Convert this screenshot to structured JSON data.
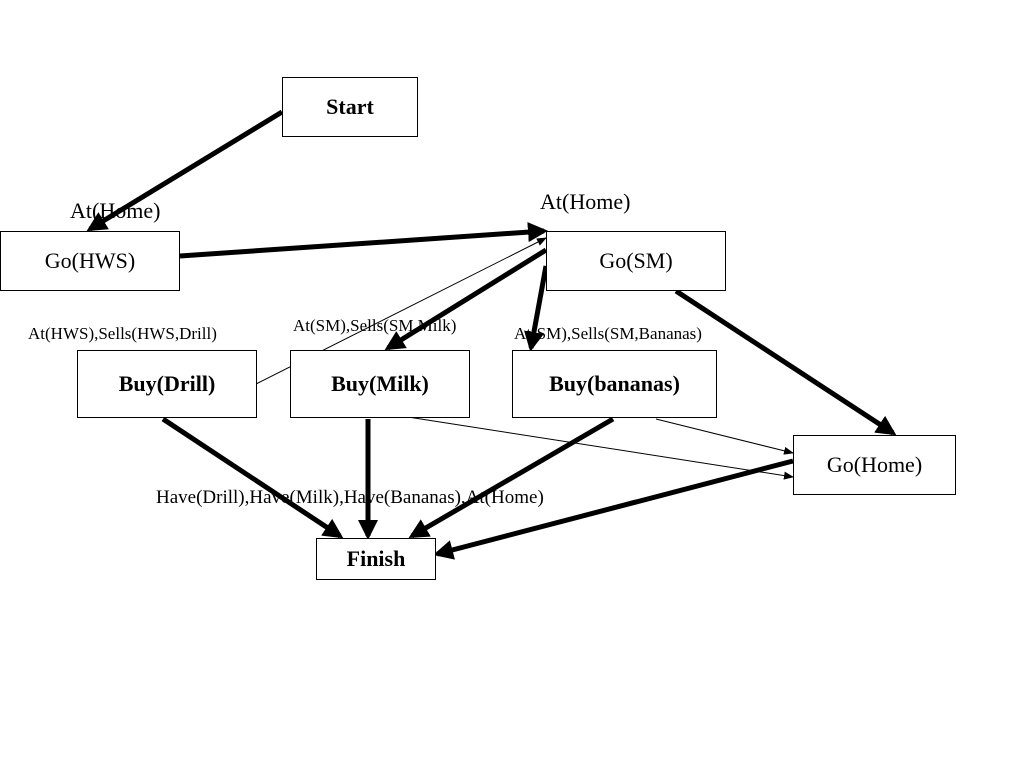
{
  "nodes": {
    "start": "Start",
    "go_hws": "Go(HWS)",
    "go_sm": "Go(SM)",
    "buy_drill": "Buy(Drill)",
    "buy_milk": "Buy(Milk)",
    "buy_bananas": "Buy(bananas)",
    "go_home": "Go(Home)",
    "finish": "Finish"
  },
  "labels": {
    "go_hws_precond": "At(Home)",
    "go_sm_precond": "At(Home)",
    "buy_drill_precond": "At(HWS),Sells(HWS,Drill)",
    "buy_milk_precond": "At(SM),Sells(SM,Milk)",
    "buy_bananas_precond": "At(SM),Sells(SM,Bananas)",
    "finish_precond": "Have(Drill),Have(Milk),Have(Bananas),At(Home)"
  },
  "colors": {
    "stroke": "#000000",
    "background": "#ffffff"
  }
}
